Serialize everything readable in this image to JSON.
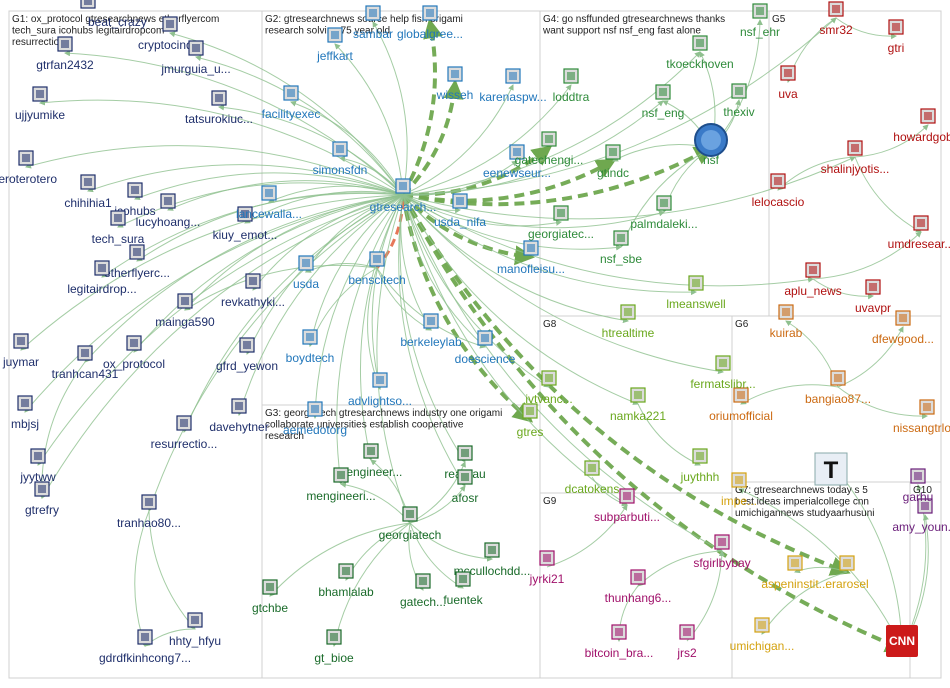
{
  "colors": {
    "g1": "#1f2f6b",
    "g2": "#2277bb",
    "g3": "#1a6b2a",
    "g4": "#2e8b3a",
    "g5": "#b01010",
    "g6": "#cc6a12",
    "g7": "#d4a20f",
    "g8": "#6aa81d",
    "g9": "#a0106a",
    "g10": "#6a1e7a",
    "edge": "#8fc08f",
    "strong_edge": "#6fa84f",
    "red_edge": "#e57050",
    "box": "#d0d0d0"
  },
  "groups": [
    {
      "id": "G1",
      "lines": [
        "G1: ox_protocol gtresearchnews etherflyercom",
        "tech_sura icohubs legitairdropcom",
        "resurrectionjr"
      ]
    },
    {
      "id": "G2",
      "lines": [
        "G2: gtresearchnews source help fish origami",
        "research solving 75 year old"
      ]
    },
    {
      "id": "G3",
      "lines": [
        "G3: georgiatech gtresearchnews industry one origami",
        "collaborate universities establish cooperative",
        "research"
      ]
    },
    {
      "id": "G4",
      "lines": [
        "G4: go nsffunded gtresearchnews thanks",
        "want support nsf nsf_eng fast alone"
      ]
    },
    {
      "id": "G5",
      "lines": [
        "G5"
      ]
    },
    {
      "id": "G6",
      "lines": [
        "G6"
      ]
    },
    {
      "id": "G7",
      "lines": [
        "G7: gtresearchnews today s 5",
        "best ideas imperialcollege cnn",
        "umichigannews studyaarhusuni"
      ]
    },
    {
      "id": "G8",
      "lines": [
        "G8"
      ]
    },
    {
      "id": "G9",
      "lines": [
        "G9"
      ]
    },
    {
      "id": "G10",
      "lines": [
        "G10"
      ]
    }
  ],
  "nodes": [
    {
      "id": "beat_crazy",
      "label": "beat_crazy",
      "group": "g1"
    },
    {
      "id": "cryptocindia",
      "label": "cryptocindia",
      "group": "g1"
    },
    {
      "id": "gtrfan2432",
      "label": "gtrfan2432",
      "group": "g1"
    },
    {
      "id": "jmurguia_u",
      "label": "jmurguia_u...",
      "group": "g1"
    },
    {
      "id": "ujjyumike",
      "label": "ujjyumike",
      "group": "g1"
    },
    {
      "id": "tatsurokiuc",
      "label": "tatsurokiuc...",
      "group": "g1"
    },
    {
      "id": "teroterotero",
      "label": "teroterotero",
      "group": "g1"
    },
    {
      "id": "chihihia1",
      "label": "chihihia1",
      "group": "g1"
    },
    {
      "id": "icohubs",
      "label": "icohubs",
      "group": "g1"
    },
    {
      "id": "lucyhoang",
      "label": "lucyhoang...",
      "group": "g1"
    },
    {
      "id": "tech_sura",
      "label": "tech_sura",
      "group": "g1"
    },
    {
      "id": "etherflyerc",
      "label": "etherflyerc...",
      "group": "g1"
    },
    {
      "id": "legitairdrop",
      "label": "legitairdrop...",
      "group": "g1"
    },
    {
      "id": "kiuy_emot",
      "label": "kiuy_emot...",
      "group": "g1"
    },
    {
      "id": "revkathyki",
      "label": "revkathyki...",
      "group": "g1"
    },
    {
      "id": "mainga590",
      "label": "mainga590",
      "group": "g1"
    },
    {
      "id": "juymar",
      "label": "juymar",
      "group": "g1"
    },
    {
      "id": "ox_protocol",
      "label": "ox_protocol",
      "group": "g1"
    },
    {
      "id": "tranhcan431",
      "label": "tranhcan431",
      "group": "g1"
    },
    {
      "id": "gfrd_yewon",
      "label": "gfrd_yewon",
      "group": "g1"
    },
    {
      "id": "mbjsj",
      "label": "mbjsj",
      "group": "g1"
    },
    {
      "id": "davehytner",
      "label": "davehytner",
      "group": "g1"
    },
    {
      "id": "resurrectio",
      "label": "resurrectio...",
      "group": "g1"
    },
    {
      "id": "jyytww",
      "label": "jyytww",
      "group": "g1"
    },
    {
      "id": "gtrefry",
      "label": "gtrefry",
      "group": "g1"
    },
    {
      "id": "tranhao80",
      "label": "tranhao80...",
      "group": "g1"
    },
    {
      "id": "hhty_hfyu",
      "label": "hhty_hfyu",
      "group": "g1"
    },
    {
      "id": "gdrdfkinhcong7",
      "label": "gdrdfkinhcong7...",
      "group": "g1"
    },
    {
      "id": "sambar",
      "label": "sambar",
      "group": "g2"
    },
    {
      "id": "globalgree",
      "label": "globalgree...",
      "group": "g2"
    },
    {
      "id": "jeffkart",
      "label": "jeffkart",
      "group": "g2"
    },
    {
      "id": "wisseh",
      "label": "wisseh",
      "group": "g2"
    },
    {
      "id": "karenaspw",
      "label": "karenaspw...",
      "group": "g2"
    },
    {
      "id": "facilityexec",
      "label": "facilityexec",
      "group": "g2"
    },
    {
      "id": "simonsfdn",
      "label": "simonsfdn",
      "group": "g2"
    },
    {
      "id": "eenewseur",
      "label": "eenewseur...",
      "group": "g2"
    },
    {
      "id": "gtresearch",
      "label": "gtresearch...",
      "group": "g2"
    },
    {
      "id": "lancewalla",
      "label": "lancewalla...",
      "group": "g2"
    },
    {
      "id": "usda_nifa",
      "label": "usda_nifa",
      "group": "g2"
    },
    {
      "id": "usda",
      "label": "usda",
      "group": "g2"
    },
    {
      "id": "benscitech",
      "label": "benscitech",
      "group": "g2"
    },
    {
      "id": "manofleisu",
      "label": "manofleisu...",
      "group": "g2"
    },
    {
      "id": "berkeleylab",
      "label": "berkeleylab",
      "group": "g2"
    },
    {
      "id": "boydtech",
      "label": "boydtech",
      "group": "g2"
    },
    {
      "id": "doescience",
      "label": "doescience",
      "group": "g2"
    },
    {
      "id": "advlightso",
      "label": "advlightso...",
      "group": "g2"
    },
    {
      "id": "aemedotorg",
      "label": "aemedotorg",
      "group": "g2"
    },
    {
      "id": "oengineer",
      "label": "oengineer...",
      "group": "g3"
    },
    {
      "id": "rearnau",
      "label": "rearnau",
      "group": "g3"
    },
    {
      "id": "mengineeri",
      "label": "mengineeri...",
      "group": "g3"
    },
    {
      "id": "afosr",
      "label": "afosr",
      "group": "g3"
    },
    {
      "id": "georgiatech",
      "label": "georgiatech",
      "group": "g3"
    },
    {
      "id": "mccullochdd",
      "label": "mccullochdd...",
      "group": "g3"
    },
    {
      "id": "bhamlalab",
      "label": "bhamlalab",
      "group": "g3"
    },
    {
      "id": "gatech_me",
      "label": "gatech...",
      "group": "g3"
    },
    {
      "id": "fuentek",
      "label": "fuentek",
      "group": "g3"
    },
    {
      "id": "gtchbe",
      "label": "gtchbe",
      "group": "g3"
    },
    {
      "id": "gt_bioe",
      "label": "gt_bioe",
      "group": "g3"
    },
    {
      "id": "loddtra",
      "label": "loddtra",
      "group": "g4"
    },
    {
      "id": "tkoeckhoven",
      "label": "tkoeckhoven",
      "group": "g4"
    },
    {
      "id": "nsf_ehr",
      "label": "nsf_ehr",
      "group": "g4"
    },
    {
      "id": "nsf_eng",
      "label": "nsf_eng",
      "group": "g4"
    },
    {
      "id": "thexiv",
      "label": "thexiv",
      "group": "g4"
    },
    {
      "id": "nsf",
      "label": "nsf",
      "group": "g4"
    },
    {
      "id": "gatechengi",
      "label": "gatechengi...",
      "group": "g4"
    },
    {
      "id": "gtindc",
      "label": "gtindc",
      "group": "g4"
    },
    {
      "id": "georgiatec",
      "label": "georgiatec...",
      "group": "g4"
    },
    {
      "id": "palmdaleki",
      "label": "palmdaleki...",
      "group": "g4"
    },
    {
      "id": "nsf_sbe",
      "label": "nsf_sbe",
      "group": "g4"
    },
    {
      "id": "smr32",
      "label": "smr32",
      "group": "g5"
    },
    {
      "id": "gtri",
      "label": "gtri",
      "group": "g5"
    },
    {
      "id": "uva",
      "label": "uva",
      "group": "g5"
    },
    {
      "id": "howardgob",
      "label": "howardgob...",
      "group": "g5"
    },
    {
      "id": "shalinjyotis",
      "label": "shalinjyotis...",
      "group": "g5"
    },
    {
      "id": "lelocascio",
      "label": "lelocascio",
      "group": "g5"
    },
    {
      "id": "umdresear",
      "label": "umdresear...",
      "group": "g5"
    },
    {
      "id": "aplu_news",
      "label": "aplu_news",
      "group": "g5"
    },
    {
      "id": "uvavpr",
      "label": "uvavpr",
      "group": "g5"
    },
    {
      "id": "kuirab",
      "label": "kuirab",
      "group": "g6"
    },
    {
      "id": "dfewgood",
      "label": "dfewgood...",
      "group": "g6"
    },
    {
      "id": "bangiao87",
      "label": "bangiao87...",
      "group": "g6"
    },
    {
      "id": "oriumofficial",
      "label": "oriumofficial",
      "group": "g6"
    },
    {
      "id": "nissangtrlo",
      "label": "nissangtrlo...",
      "group": "g6"
    },
    {
      "id": "imperial",
      "label": "impe...",
      "group": "g7"
    },
    {
      "id": "aspeninstit",
      "label": "aspeninstit...",
      "group": "g7"
    },
    {
      "id": "erarosel",
      "label": "erarosel",
      "group": "g7"
    },
    {
      "id": "umichigan",
      "label": "umichigan...",
      "group": "g7"
    },
    {
      "id": "cnn",
      "label": "cnn",
      "group": "g7"
    },
    {
      "id": "nytimes",
      "label": "nytimes",
      "group": "g7"
    },
    {
      "id": "lmeanswell",
      "label": "lmeanswell",
      "group": "g8"
    },
    {
      "id": "htrealtime",
      "label": "htrealtime",
      "group": "g8"
    },
    {
      "id": "fermatslibr",
      "label": "fermatslibr...",
      "group": "g8"
    },
    {
      "id": "ivtvanc",
      "label": "ivtvanc...",
      "group": "g8"
    },
    {
      "id": "namka221",
      "label": "namka221",
      "group": "g8"
    },
    {
      "id": "gtres",
      "label": "gtres",
      "group": "g8"
    },
    {
      "id": "juythhh",
      "label": "juythhh",
      "group": "g8"
    },
    {
      "id": "dcatokens",
      "label": "dcatokens",
      "group": "g8"
    },
    {
      "id": "subparbuti",
      "label": "subparbuti...",
      "group": "g9"
    },
    {
      "id": "sfgirlbybay",
      "label": "sfgirlbybay",
      "group": "g9"
    },
    {
      "id": "jyrki21",
      "label": "jyrki21",
      "group": "g9"
    },
    {
      "id": "thunhang6",
      "label": "thunhang6...",
      "group": "g9"
    },
    {
      "id": "bitcoin_bra",
      "label": "bitcoin_bra...",
      "group": "g9"
    },
    {
      "id": "jrs2",
      "label": "jrs2",
      "group": "g9"
    },
    {
      "id": "amy_youn",
      "label": "amy_youn...",
      "group": "g10"
    },
    {
      "id": "garhu",
      "label": "garhu",
      "group": "g10"
    }
  ],
  "edges": [
    [
      "gtresearch",
      "wisseh",
      "strong"
    ],
    [
      "gtresearch",
      "globalgree",
      "strong"
    ],
    [
      "gtresearch",
      "nsf",
      "strong"
    ],
    [
      "gtresearch",
      "gtindc",
      "strong"
    ],
    [
      "gtresearch",
      "manofleisu",
      "strong"
    ],
    [
      "gtresearch",
      "gtres",
      "strong"
    ],
    [
      "gtresearch",
      "erarosel",
      "strong"
    ],
    [
      "gtresearch",
      "cnn",
      "strong"
    ],
    [
      "gtresearch",
      "gatechengi",
      "strong"
    ],
    [
      "benscitech",
      "gtresearch",
      "red"
    ],
    [
      "gtresearch",
      "jeffkart",
      "n"
    ],
    [
      "gtresearch",
      "facilityexec",
      "n"
    ],
    [
      "gtresearch",
      "simonsfdn",
      "n"
    ],
    [
      "gtresearch",
      "eenewseur",
      "n"
    ],
    [
      "gtresearch",
      "lancewalla",
      "n"
    ],
    [
      "gtresearch",
      "usda_nifa",
      "n"
    ],
    [
      "gtresearch",
      "usda",
      "n"
    ],
    [
      "gtresearch",
      "karenaspw",
      "n"
    ],
    [
      "gtresearch",
      "sambar",
      "n"
    ],
    [
      "gtresearch",
      "loddtra",
      "n"
    ],
    [
      "gtresearch",
      "tkoeckhoven",
      "n"
    ],
    [
      "gtresearch",
      "nsf_eng",
      "n"
    ],
    [
      "gtresearch",
      "georgiatec",
      "n"
    ],
    [
      "gtresearch",
      "palmdaleki",
      "n"
    ],
    [
      "gtresearch",
      "nsf_sbe",
      "n"
    ],
    [
      "gtresearch",
      "kiuy_emot",
      "n"
    ],
    [
      "gtresearch",
      "lucyhoang",
      "n"
    ],
    [
      "gtresearch",
      "icohubs",
      "n"
    ],
    [
      "gtresearch",
      "tech_sura",
      "n"
    ],
    [
      "gtresearch",
      "chihihia1",
      "n"
    ],
    [
      "gtresearch",
      "teroterotero",
      "n"
    ],
    [
      "gtresearch",
      "gtrfan2432",
      "n"
    ],
    [
      "gtresearch",
      "ujjyumike",
      "n"
    ],
    [
      "gtresearch",
      "tatsurokiuc",
      "n"
    ],
    [
      "gtresearch",
      "jmurguia_u",
      "n"
    ],
    [
      "gtresearch",
      "cryptocindia",
      "n"
    ],
    [
      "gtresearch",
      "etherflyerc",
      "n"
    ],
    [
      "gtresearch",
      "legitairdrop",
      "n"
    ],
    [
      "gtresearch",
      "revkathyki",
      "n"
    ],
    [
      "gtresearch",
      "mainga590",
      "n"
    ],
    [
      "gtresearch",
      "ox_protocol",
      "n"
    ],
    [
      "gtresearch",
      "tranhcan431",
      "n"
    ],
    [
      "gtresearch",
      "juymar",
      "n"
    ],
    [
      "gtresearch",
      "gfrd_yewon",
      "n"
    ],
    [
      "gtresearch",
      "davehytner",
      "n"
    ],
    [
      "gtresearch",
      "resurrectio",
      "n"
    ],
    [
      "gtresearch",
      "mbjsj",
      "n"
    ],
    [
      "gtresearch",
      "jyytww",
      "n"
    ],
    [
      "gtresearch",
      "gtrefry",
      "n"
    ],
    [
      "gtresearch",
      "tranhao80",
      "n"
    ],
    [
      "gtresearch",
      "berkeleylab",
      "n"
    ],
    [
      "gtresearch",
      "boydtech",
      "n"
    ],
    [
      "gtresearch",
      "doescience",
      "n"
    ],
    [
      "gtresearch",
      "advlightso",
      "n"
    ],
    [
      "gtresearch",
      "aemedotorg",
      "n"
    ],
    [
      "gtresearch",
      "oengineer",
      "n"
    ],
    [
      "gtresearch",
      "mengineeri",
      "n"
    ],
    [
      "gtresearch",
      "georgiatech",
      "n"
    ],
    [
      "gtresearch",
      "rearnau",
      "n"
    ],
    [
      "gtresearch",
      "afosr",
      "n"
    ],
    [
      "gtresearch",
      "htrealtime",
      "n"
    ],
    [
      "gtresearch",
      "fermatslibr",
      "n"
    ],
    [
      "gtresearch",
      "namka221",
      "n"
    ],
    [
      "gtresearch",
      "ivtvanc",
      "n"
    ],
    [
      "gtresearch",
      "lmeanswell",
      "n"
    ],
    [
      "gtresearch",
      "subparbuti",
      "n"
    ],
    [
      "gtresearch",
      "sfgirlbybay",
      "n"
    ],
    [
      "gtresearch",
      "smr32",
      "n"
    ],
    [
      "gtresearch",
      "shalinjyotis",
      "n"
    ],
    [
      "gtresearch",
      "aplu_news",
      "n"
    ],
    [
      "benscitech",
      "berkeleylab",
      "n"
    ],
    [
      "benscitech",
      "boydtech",
      "n"
    ],
    [
      "benscitech",
      "doescience",
      "n"
    ],
    [
      "benscitech",
      "advlightso",
      "n"
    ],
    [
      "benscitech",
      "usda",
      "n"
    ],
    [
      "benscitech",
      "mainga590",
      "n"
    ],
    [
      "georgiatech",
      "bhamlalab",
      "n"
    ],
    [
      "georgiatech",
      "gatech_me",
      "n"
    ],
    [
      "georgiatech",
      "fuentek",
      "n"
    ],
    [
      "georgiatech",
      "gtchbe",
      "n"
    ],
    [
      "georgiatech",
      "gt_bioe",
      "n"
    ],
    [
      "georgiatech",
      "mccullochdd",
      "n"
    ],
    [
      "georgiatech",
      "oengineer",
      "n"
    ],
    [
      "georgiatech",
      "mengineeri",
      "n"
    ],
    [
      "georgiatech",
      "rearnau",
      "n"
    ],
    [
      "georgiatech",
      "afosr",
      "n"
    ],
    [
      "nsf",
      "nsf_ehr",
      "n"
    ],
    [
      "nsf",
      "nsf_eng",
      "n"
    ],
    [
      "nsf",
      "thexiv",
      "n"
    ],
    [
      "nsf",
      "tkoeckhoven",
      "n"
    ],
    [
      "nsf",
      "palmdaleki",
      "n"
    ],
    [
      "nsf",
      "gtindc",
      "n"
    ],
    [
      "nsf",
      "nsf_sbe",
      "n"
    ],
    [
      "smr32",
      "gtri",
      "n"
    ],
    [
      "smr32",
      "uva",
      "n"
    ],
    [
      "shalinjyotis",
      "howardgob",
      "n"
    ],
    [
      "shalinjyotis",
      "lelocascio",
      "n"
    ],
    [
      "shalinjyotis",
      "umdresear",
      "n"
    ],
    [
      "aplu_news",
      "uvavpr",
      "n"
    ],
    [
      "aplu_news",
      "umdresear",
      "n"
    ],
    [
      "bangiao87",
      "kuirab",
      "n"
    ],
    [
      "bangiao87",
      "dfewgood",
      "n"
    ],
    [
      "bangiao87",
      "oriumofficial",
      "n"
    ],
    [
      "bangiao87",
      "nissangtrlo",
      "n"
    ],
    [
      "erarosel",
      "aspeninstit",
      "n"
    ],
    [
      "erarosel",
      "umichigan",
      "n"
    ],
    [
      "cnn",
      "nytimes",
      "n"
    ],
    [
      "cnn",
      "amy_youn",
      "n"
    ],
    [
      "cnn",
      "garhu",
      "n"
    ],
    [
      "cnn",
      "imperial",
      "n"
    ],
    [
      "namka221",
      "juythhh",
      "n"
    ],
    [
      "dcatokens",
      "subparbuti",
      "n"
    ],
    [
      "sfgirlbybay",
      "thunhang6",
      "n"
    ],
    [
      "thunhang6",
      "bitcoin_bra",
      "n"
    ],
    [
      "jrs2",
      "sfgirlbybay",
      "n"
    ],
    [
      "jyrki21",
      "subparbuti",
      "n"
    ],
    [
      "tranhao80",
      "gdrdfkinhcong7",
      "n"
    ],
    [
      "tranhao80",
      "hhty_hfyu",
      "n"
    ],
    [
      "hhty_hfyu",
      "gdrdfkinhcong7",
      "n"
    ],
    [
      "tranhcan431",
      "gtrefry",
      "n"
    ]
  ]
}
